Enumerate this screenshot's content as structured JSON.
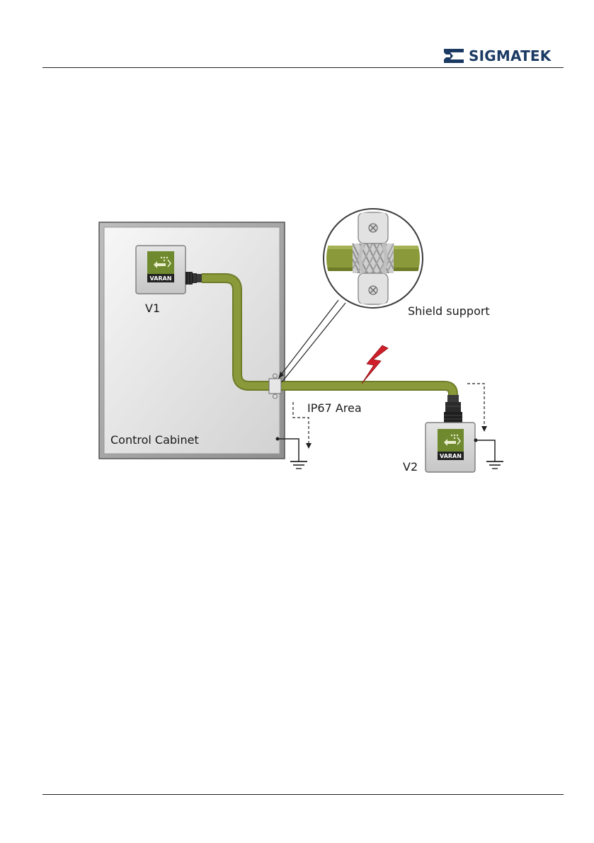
{
  "header": {
    "brand": "SIGMATEK",
    "brand_color": "#1b3a63"
  },
  "diagram": {
    "labels": {
      "v1": "V1",
      "v2": "V2",
      "shield_support": "Shield support",
      "ip67_area": "IP67 Area",
      "control_cabinet": "Control Cabinet"
    },
    "module_badge": "VARAN",
    "colors": {
      "cable": "#8a9a3a",
      "cable_dark": "#6e7c28",
      "lightning": "#d11f2a",
      "module_logo": "#6f8a2e"
    },
    "icons": [
      "lightning-icon",
      "ground-icon",
      "screw-icon",
      "arrow-icon"
    ]
  }
}
